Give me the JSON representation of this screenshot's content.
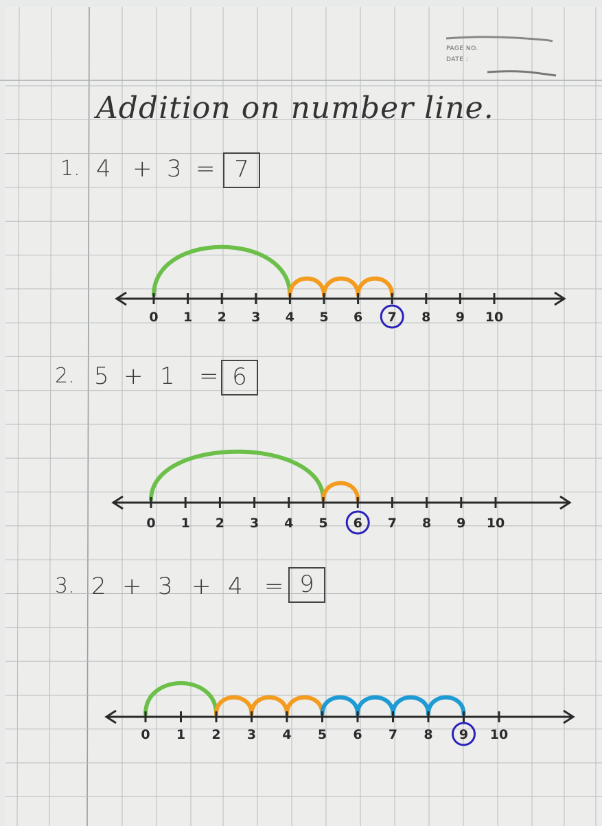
{
  "header": {
    "page_no_label": "PAGE NO.",
    "date_label": "DATE :"
  },
  "title": "Addition on number line.",
  "problems": [
    {
      "number": "1.",
      "expression": [
        "4",
        "+",
        "3",
        "="
      ],
      "answer": "7",
      "number_line": {
        "ticks": [
          "0",
          "1",
          "2",
          "3",
          "4",
          "5",
          "6",
          "7",
          "8",
          "9",
          "10"
        ],
        "jumps": [
          {
            "from": 0,
            "to": 4,
            "color": "#6cc04a"
          },
          {
            "from": 4,
            "to": 5,
            "color": "#f39c1f"
          },
          {
            "from": 5,
            "to": 6,
            "color": "#f39c1f"
          },
          {
            "from": 6,
            "to": 7,
            "color": "#f39c1f"
          }
        ],
        "circled": 7
      }
    },
    {
      "number": "2.",
      "expression": [
        "5",
        "+",
        "1",
        "="
      ],
      "answer": "6",
      "number_line": {
        "ticks": [
          "0",
          "1",
          "2",
          "3",
          "4",
          "5",
          "6",
          "7",
          "8",
          "9",
          "10"
        ],
        "jumps": [
          {
            "from": 0,
            "to": 5,
            "color": "#6cc04a"
          },
          {
            "from": 5,
            "to": 6,
            "color": "#f39c1f"
          }
        ],
        "circled": 6
      }
    },
    {
      "number": "3.",
      "expression": [
        "2",
        "+",
        "3",
        "+",
        "4",
        "="
      ],
      "answer": "9",
      "number_line": {
        "ticks": [
          "0",
          "1",
          "2",
          "3",
          "4",
          "5",
          "6",
          "7",
          "8",
          "9",
          "10"
        ],
        "jumps": [
          {
            "from": 0,
            "to": 2,
            "color": "#6cc04a"
          },
          {
            "from": 2,
            "to": 3,
            "color": "#f39c1f"
          },
          {
            "from": 3,
            "to": 4,
            "color": "#f39c1f"
          },
          {
            "from": 4,
            "to": 5,
            "color": "#f39c1f"
          },
          {
            "from": 5,
            "to": 6,
            "color": "#1f9bd4"
          },
          {
            "from": 6,
            "to": 7,
            "color": "#1f9bd4"
          },
          {
            "from": 7,
            "to": 8,
            "color": "#1f9bd4"
          },
          {
            "from": 8,
            "to": 9,
            "color": "#1f9bd4"
          }
        ],
        "circled": 9
      }
    }
  ],
  "colors": {
    "grid": "#b9bcbd",
    "ink": "#2a2a2a",
    "circle": "#2a22b8"
  }
}
